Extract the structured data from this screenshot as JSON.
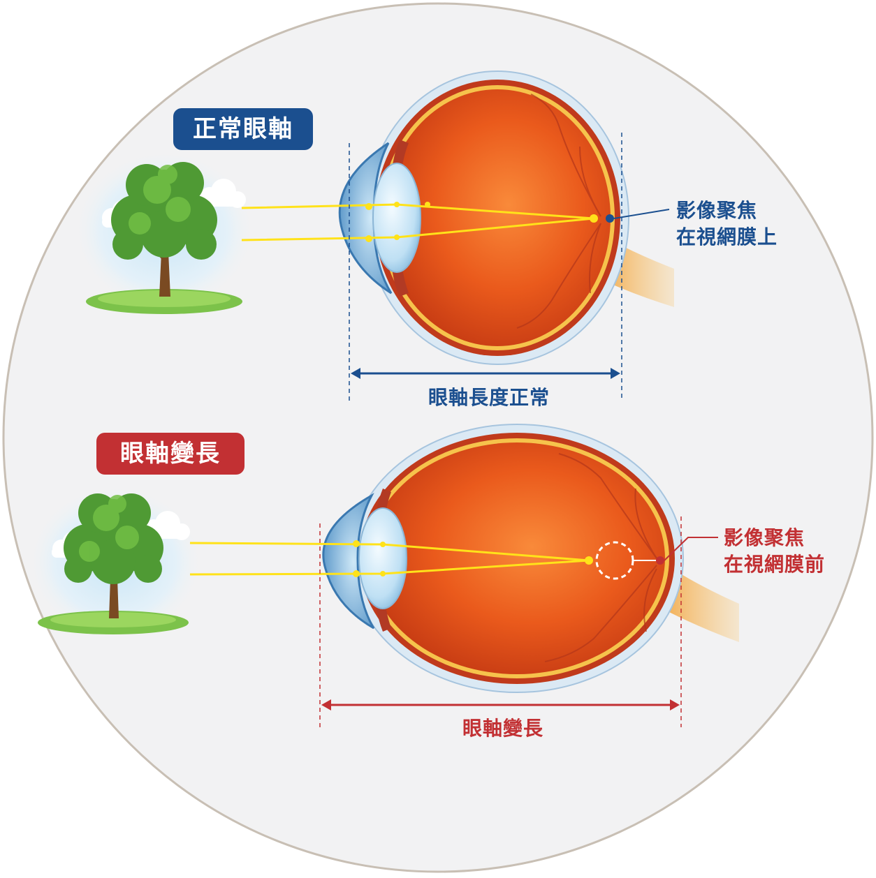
{
  "panel_top": {
    "badge": "正常眼軸",
    "callout_line1": "影像聚焦",
    "callout_line2": "在視網膜上",
    "measure_label": "眼軸長度正常"
  },
  "panel_bottom": {
    "badge": "眼軸變長",
    "callout_line1": "影像聚焦",
    "callout_line2": "在視網膜前",
    "measure_label": "眼軸變長"
  },
  "colors": {
    "blue": "#1b4f8f",
    "red": "#c23033",
    "light_ray": "#ffe21a",
    "background_circle": "#f2f2f3"
  },
  "icons": [
    "tree-icon",
    "cloud-icon",
    "eye-cross-section-icon"
  ]
}
